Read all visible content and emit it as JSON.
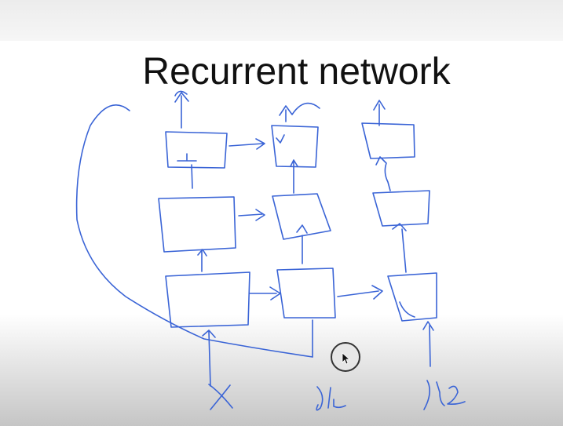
{
  "slide": {
    "title": "Recurrent network"
  },
  "handwriting": {
    "input_labels": [
      "x",
      "x₁",
      "x₂"
    ]
  },
  "colors": {
    "ink": "#3a64d6",
    "title": "#111111",
    "background": "#ffffff"
  },
  "icons": {
    "cursor": "mouse-pointer-icon"
  }
}
